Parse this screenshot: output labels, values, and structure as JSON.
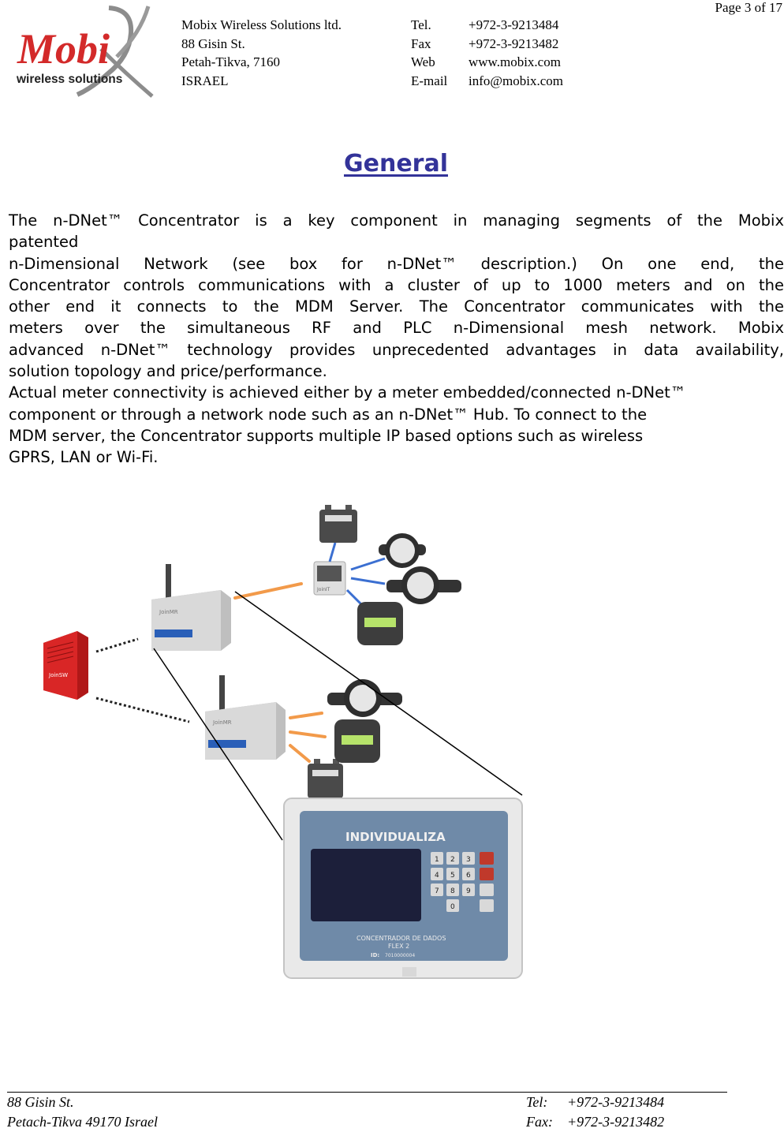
{
  "header": {
    "page": "Page 3 of 17",
    "logo": {
      "brand": "Mobi",
      "tagline": "wireless solutions"
    },
    "company": [
      "Mobix Wireless Solutions ltd.",
      "88 Gisin St.",
      "Petah-Tikva, 7160",
      "ISRAEL"
    ],
    "contacts": [
      {
        "label": "Tel.",
        "value": "+972-3-9213484"
      },
      {
        "label": "Fax",
        "value": "+972-3-9213482"
      },
      {
        "label": "Web",
        "value": "www.mobix.com"
      },
      {
        "label": "E-mail",
        "value": "info@mobix.com"
      }
    ]
  },
  "title": "General",
  "body": {
    "justified_lines": [
      "The n-DNet™ Concentrator is a key component in managing segments of the Mobix",
      "patented",
      "n-Dimensional Network (see box for n-DNet™ description.) On one end, the",
      "Concentrator controls communications with a cluster of up to 1000 meters and on the",
      "other end it connects to the MDM Server. The Concentrator communicates with the",
      "meters over the simultaneous RF and PLC n-Dimensional mesh network. Mobix",
      "advanced n-DNet™ technology provides unprecedented advantages in data availability,",
      "solution topology and price/performance."
    ],
    "paragraph2": [
      "Actual meter connectivity is achieved either by a meter embedded/connected n-DNet™",
      "component or through a network node such as an n-DNet™ Hub. To connect to the",
      "MDM server, the Concentrator supports multiple IP based options such as wireless",
      "GPRS, LAN or Wi-Fi."
    ]
  },
  "figure": {
    "server_label": "JoinSW",
    "concentrator_label": "JoinMR",
    "node_label": "JoinIT",
    "product_brand": "INDIVIDUALIZA",
    "product_line1": "CONCENTRADOR DE DADOS",
    "product_line2": "FLEX 2",
    "product_id_label": "ID:",
    "product_id": "7010000004",
    "keys": [
      "1",
      "2",
      "3",
      "4",
      "5",
      "6",
      "7",
      "8",
      "9",
      "0"
    ],
    "colors": {
      "server": "#cc1f1f",
      "accent": "#f29a4a",
      "cable": "#3b6fd1",
      "panel": "#6f8aa8"
    }
  },
  "footer": {
    "left": [
      "88 Gisin St.",
      "Petach-Tikva 49170 Israel"
    ],
    "right": [
      {
        "label": "Tel:",
        "value": "+972-3-9213484"
      },
      {
        "label": "Fax:",
        "value": "+972-3-9213482"
      }
    ]
  }
}
